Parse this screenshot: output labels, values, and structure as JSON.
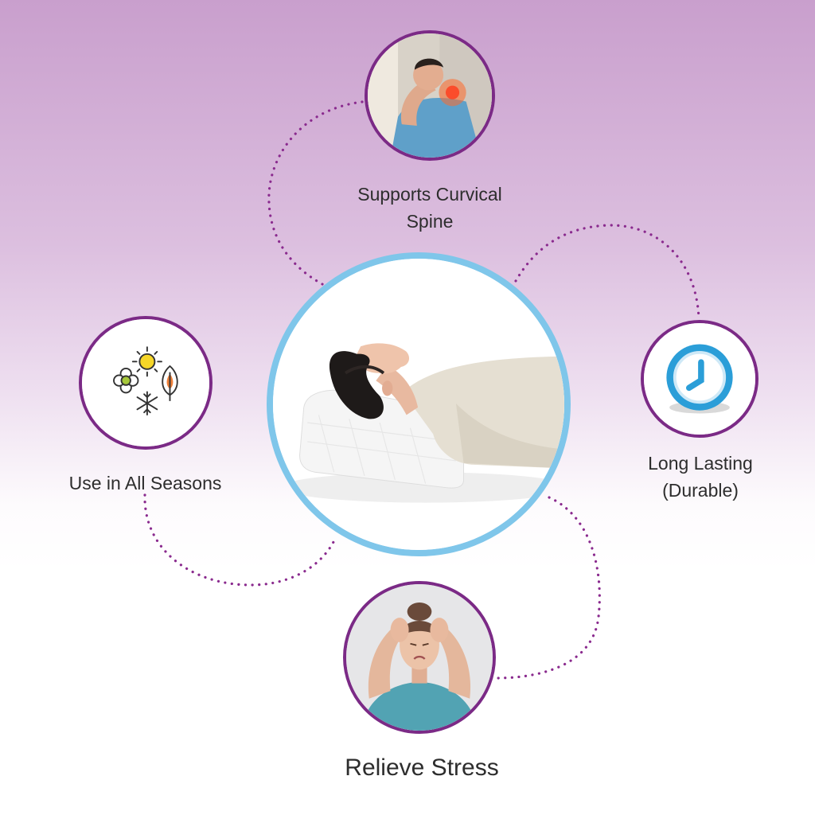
{
  "features": {
    "cervical": {
      "line1": "Supports Curvical",
      "line2": "Spine"
    },
    "durable": {
      "line1": "Long Lasting",
      "line2": "(Durable)"
    },
    "seasons": {
      "label": "Use in All Seasons"
    },
    "stress": {
      "label": "Relieve Stress"
    }
  },
  "colors": {
    "ring": "#7b2a86",
    "center_ring": "#7fc6ea",
    "dots": "#8a2a8e",
    "clock": "#2b9ed8"
  },
  "icons": {
    "center": "woman-on-pillow-photo",
    "cervical": "neck-pain-photo",
    "durable": "clock-icon",
    "seasons": "four-seasons-icon",
    "stress": "stressed-woman-photo"
  }
}
